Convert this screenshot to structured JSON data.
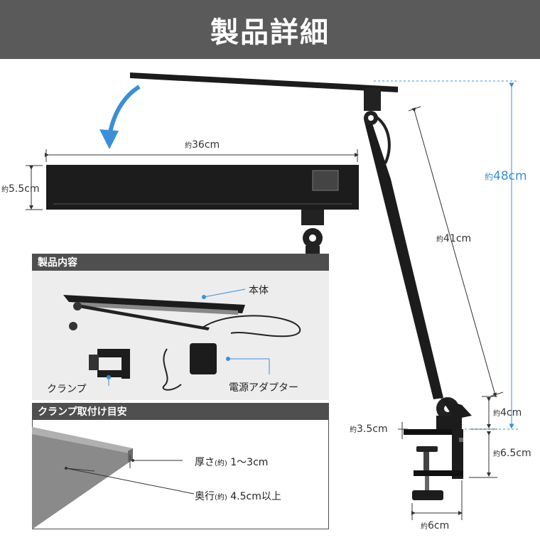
{
  "header": {
    "title": "製品詳細"
  },
  "dimensions": {
    "head_width": {
      "prefix": "約",
      "value": "36cm"
    },
    "head_height": {
      "prefix": "約",
      "value": "5.5cm"
    },
    "total_height": {
      "prefix": "約",
      "value": "48cm"
    },
    "arm_length": {
      "prefix": "約",
      "value": "41cm"
    },
    "pivot_height": {
      "prefix": "約",
      "value": "4cm"
    },
    "clamp_top": {
      "prefix": "約",
      "value": "3.5cm"
    },
    "clamp_height": {
      "prefix": "約",
      "value": "6.5cm"
    },
    "clamp_width": {
      "prefix": "約",
      "value": "6cm"
    }
  },
  "contents": {
    "heading": "製品内容",
    "body_label": "本体",
    "clamp_label": "クランプ",
    "adapter_label": "電源アダプター"
  },
  "clamp_guide": {
    "heading": "クランプ取付け目安",
    "thickness": {
      "label": "厚さ",
      "note": "(約)",
      "value": " 1〜3cm"
    },
    "depth": {
      "label": "奥行",
      "note": "(約)",
      "value": " 4.5cm以上"
    }
  },
  "colors": {
    "header_bg": "#5a5a5a",
    "accent_blue": "#3a8fd8",
    "lamp_black": "#1c1c1c"
  }
}
